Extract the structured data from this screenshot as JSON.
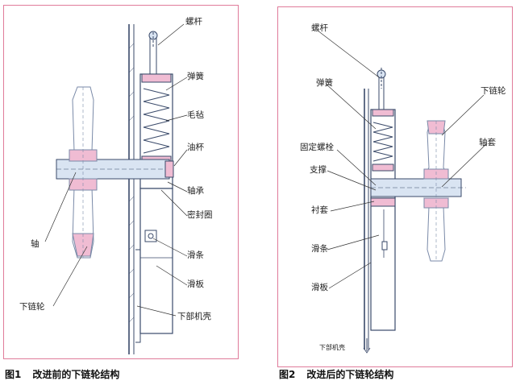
{
  "figure1": {
    "caption_number": "图1",
    "caption_title": "改进前的下链轮结构",
    "labels": {
      "screw_rod": "螺杆",
      "spring": "弹簧",
      "felt": "毛毡",
      "oil_cup": "油杯",
      "bearing": "轴承",
      "seal_ring": "密封圈",
      "slide_bar": "滑条",
      "slide_plate": "滑板",
      "lower_casing": "下部机壳",
      "shaft": "轴",
      "lower_sprocket": "下链轮"
    }
  },
  "figure2": {
    "caption_number": "图2",
    "caption_title": "改进后的下链轮结构",
    "labels": {
      "screw_rod": "螺杆",
      "spring": "弹簧",
      "lower_sprocket": "下链轮",
      "fixing_bolt": "固定螺栓",
      "support": "支撑",
      "shaft_sleeve": "轴套",
      "bushing": "衬套",
      "slide_bar": "滑条",
      "slide_plate": "滑板",
      "lower_casing": "下部机壳"
    }
  },
  "colors": {
    "frame": "#e07b9a",
    "line": "#3a4a6a",
    "shaft_fill": "#d9e4f2",
    "pink_fill": "#f0bcd3",
    "sprocket": "#7a8aa8"
  }
}
